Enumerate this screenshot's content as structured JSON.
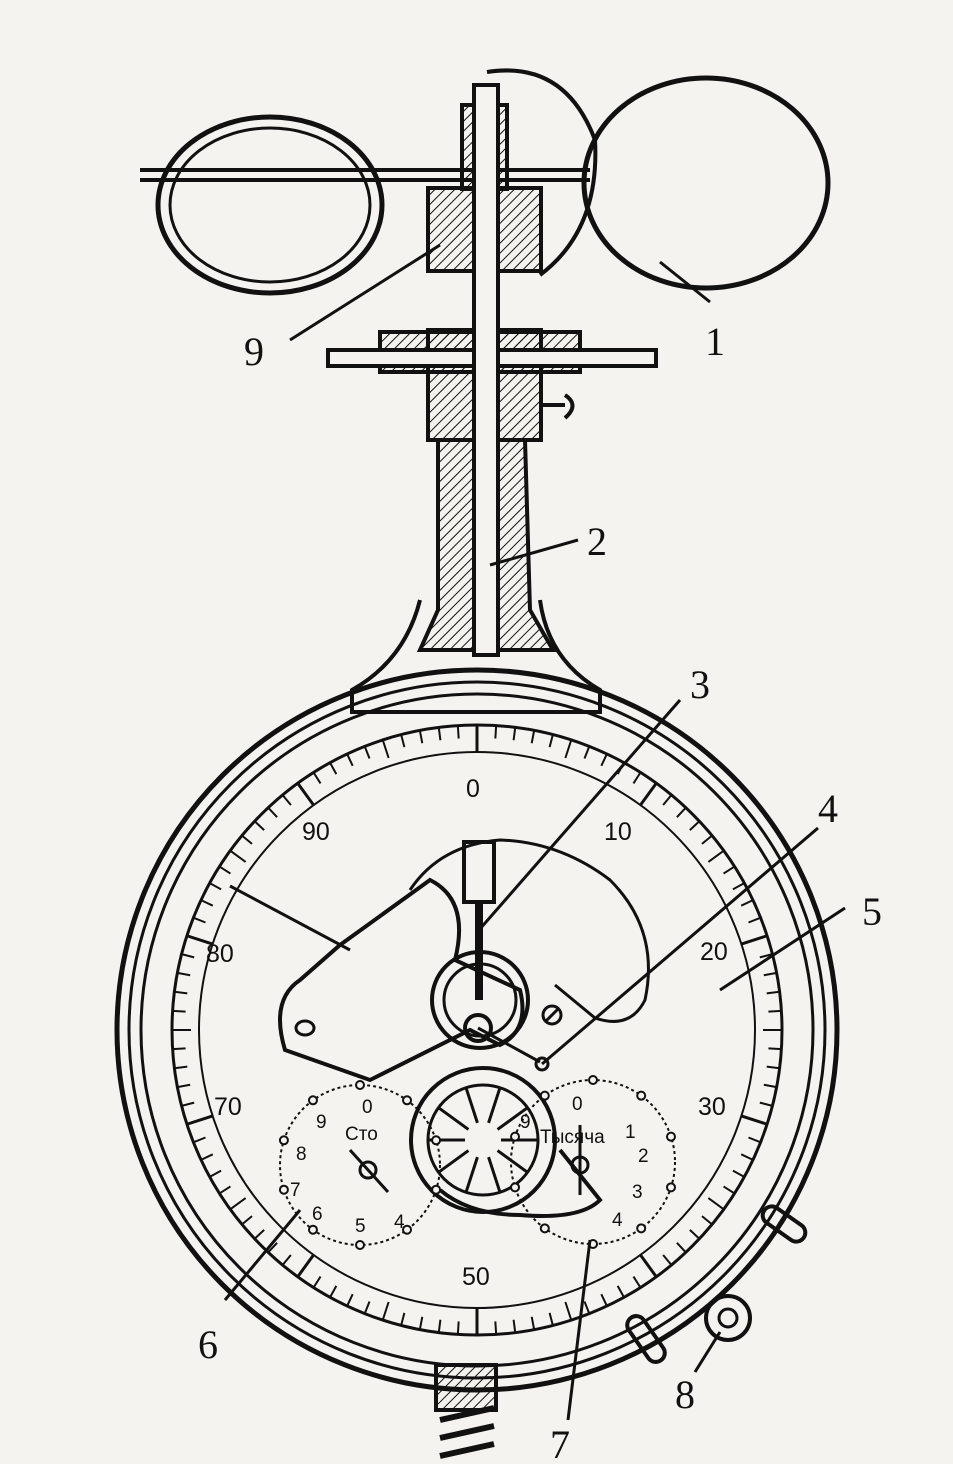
{
  "diagram": {
    "callouts": [
      {
        "id": "cups",
        "text": "1"
      },
      {
        "id": "axle",
        "text": "2"
      },
      {
        "id": "gear",
        "text": "3"
      },
      {
        "id": "pointer",
        "text": "4"
      },
      {
        "id": "main-dial",
        "text": "5"
      },
      {
        "id": "hundreds-dial",
        "text": "6"
      },
      {
        "id": "thousands-dial",
        "text": "7"
      },
      {
        "id": "lever",
        "text": "8"
      },
      {
        "id": "bushing",
        "text": "9"
      }
    ],
    "main_scale": [
      "0",
      "10",
      "20",
      "30",
      "50",
      "70",
      "80",
      "90"
    ],
    "hundreds_dial": {
      "word": "Сто",
      "digits": [
        "0",
        "4",
        "5",
        "6",
        "7",
        "8",
        "9"
      ]
    },
    "thousands_dial": {
      "word": "Тысяча",
      "digits": [
        "0",
        "1",
        "2",
        "3",
        "4",
        "9"
      ]
    },
    "colors": {
      "ink": "#111111",
      "paper": "#f4f3ef"
    }
  }
}
